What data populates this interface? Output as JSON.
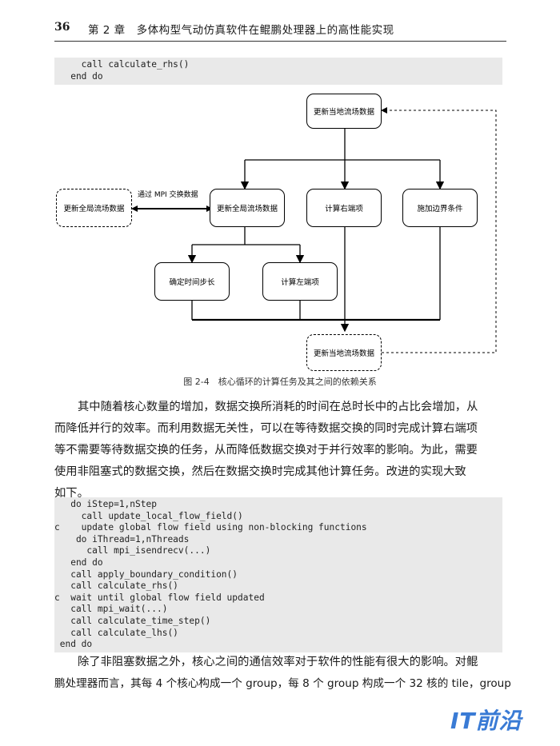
{
  "header": {
    "page_number": "36",
    "chapter_title": "第 2 章　多体构型气动仿真软件在鲲鹏处理器上的高性能实现"
  },
  "code_top": [
    "     call calculate_rhs()",
    "   end do"
  ],
  "figure": {
    "nodes": {
      "top": "更新当地流场数据",
      "left_dashed": "更新全局流场数据",
      "mid_global": "更新全局流场数据",
      "rhs": "计算右端项",
      "boundary": "施加边界条件",
      "timestep": "确定时间步长",
      "lhs": "计算左端项",
      "bottom_dashed": "更新当地流场数据"
    },
    "edge_label": "通过 MPI 交换数据",
    "caption": "图 2-4　核心循环的计算任务及其之间的依赖关系"
  },
  "paragraph1": [
    "其中随着核心数量的增加，数据交换所消耗的时间在总时长中的占比会增加，从",
    "而降低并行的效率。而利用数据无关性，可以在等待数据交换的同时完成计算右端项",
    "等不需要等待数据交换的任务，从而降低数据交换对于并行效率的影响。为此，需要",
    "使用非阻塞式的数据交换，然后在数据交换时完成其他计算任务。改进的实现大致",
    "如下。"
  ],
  "code_main": [
    "   do iStep=1,nStep",
    "     call update_local_flow_field()",
    "c    update global flow field using non-blocking functions",
    "    do iThread=1,nThreads",
    "      call mpi_isendrecv(...)",
    "   end do",
    "   call apply_boundary_condition()",
    "   call calculate_rhs()",
    "c  wait until global flow field updated",
    "   call mpi_wait(...)",
    "   call calculate_time_step()",
    "   call calculate_lhs()",
    " end do"
  ],
  "paragraph2": [
    "除了非阻塞数据之外，核心之间的通信效率对于软件的性能有很大的影响。对鲲",
    "鹏处理器而言，其每 4 个核心构成一个 group，每 8 个 group 构成一个 32 核的 tile，group"
  ],
  "watermark": "IT前沿",
  "colors": {
    "code_bg": "#e9e9e9",
    "watermark": "#3a7bd5"
  }
}
